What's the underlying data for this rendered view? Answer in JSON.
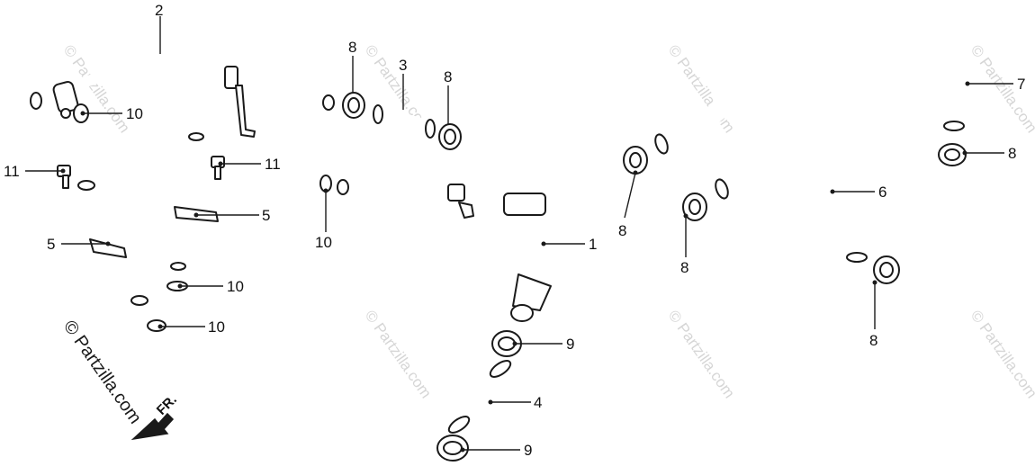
{
  "figure": {
    "callouts": {
      "c1": "1",
      "c2": "2",
      "c3": "3",
      "c4": "4",
      "c5a": "5",
      "c5b": "5",
      "c6": "6",
      "c7": "7",
      "c8a": "8",
      "c8b": "8",
      "c8c": "8",
      "c8d": "8",
      "c8e": "8",
      "c8f": "8",
      "c9a": "9",
      "c9b": "9",
      "c10a": "10",
      "c10b": "10",
      "c10c": "10",
      "c10d": "10",
      "c11a": "11",
      "c11b": "11"
    },
    "direction_label": "FR.",
    "watermark_main": "© Partzilla.com",
    "watermark_faint": "© Partzilla.com"
  }
}
